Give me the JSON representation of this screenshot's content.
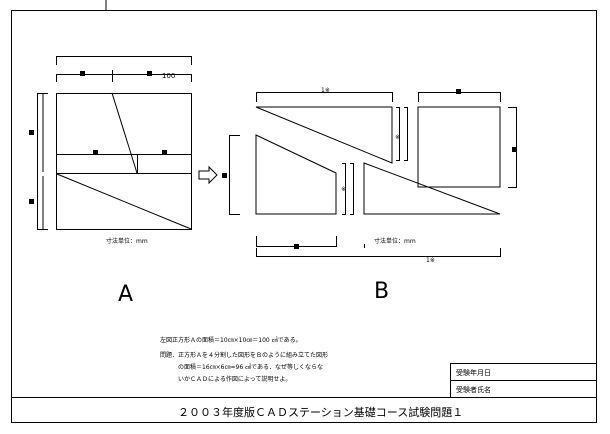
{
  "figure_a": {
    "label": "A",
    "dim_top": "100",
    "unit_note": "寸法単位：mm"
  },
  "figure_b": {
    "label": "B",
    "dim_top": "1※",
    "dim_side_1": "※",
    "dim_side_2": "※",
    "dim_bottom": "1※",
    "unit_note": "寸法単位：mm"
  },
  "problem": {
    "line1": "左図正方形Ａの面積＝10㎝×10㎝＝100 ㎠である。",
    "line2": "問題．正方形Ａを４分割した図形をＢのように組み立てた図形",
    "line3": "の面積＝16㎝×6㎝=96 ㎠である．なぜ等しくならな",
    "line4": "いかＣＡＤによる作図によって説明せよ。"
  },
  "answer_box": {
    "row1": "受験年月日",
    "row2": "受験者氏名"
  },
  "footer": {
    "title": "２００３年度版ＣＡＤステーション基礎コース試験問題１"
  }
}
